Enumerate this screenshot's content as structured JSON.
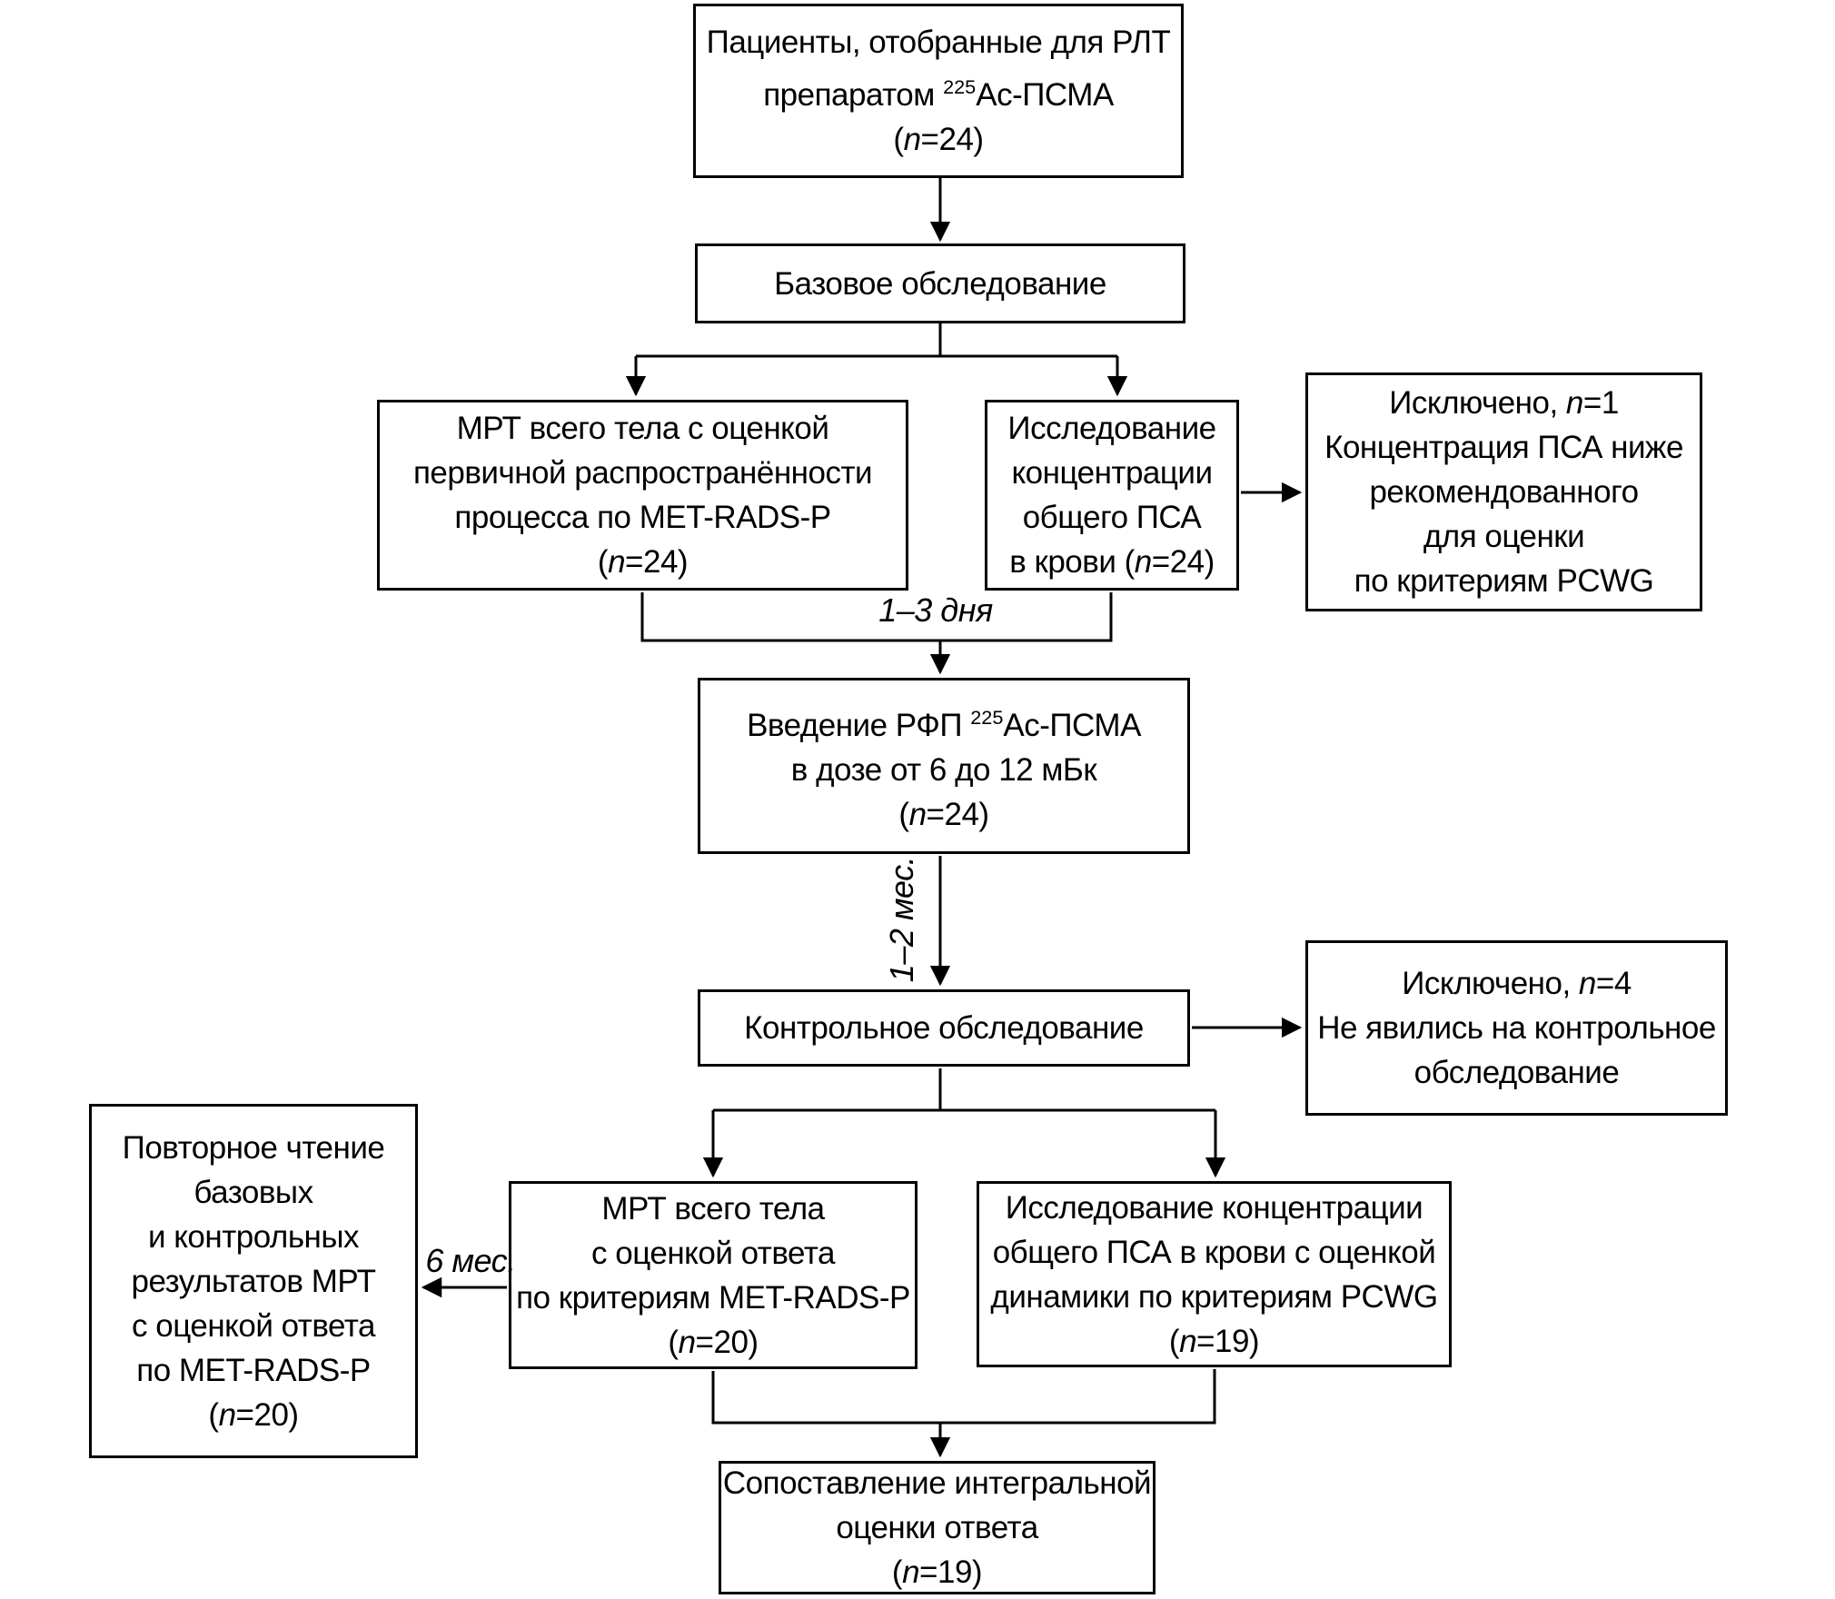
{
  "colors": {
    "line": "#000000",
    "text": "#000000",
    "background": "#ffffff",
    "box_border": "#000000"
  },
  "boxes": {
    "patients": {
      "lines": [
        "Пациенты, отобранные для РЛТ",
        [
          {
            "t": "препаратом "
          },
          {
            "t": "225",
            "style": "sup"
          },
          {
            "t": "Ac-ПСМА"
          }
        ],
        [
          {
            "t": "("
          },
          {
            "t": "n",
            "style": "italic"
          },
          {
            "t": "=24)"
          }
        ]
      ]
    },
    "baseline": {
      "lines": [
        "Базовое обследование"
      ]
    },
    "mri_baseline": {
      "lines": [
        "МРТ всего тела с оценкой",
        "первичной распространённости",
        "процесса по MET-RADS-P",
        [
          {
            "t": "("
          },
          {
            "t": "n",
            "style": "italic"
          },
          {
            "t": "=24)"
          }
        ]
      ]
    },
    "psa_baseline": {
      "lines": [
        "Исследование",
        "концентрации",
        "общего ПСА",
        [
          {
            "t": "в крови ("
          },
          {
            "t": "n",
            "style": "italic"
          },
          {
            "t": "=24)"
          }
        ]
      ]
    },
    "excluded_1": {
      "lines": [
        [
          {
            "t": "Исключено, "
          },
          {
            "t": "n",
            "style": "italic"
          },
          {
            "t": "=1"
          }
        ],
        "Концентрация ПСА ниже",
        "рекомендованного",
        "для оценки",
        "по критериям PCWG"
      ]
    },
    "injection": {
      "lines": [
        [
          {
            "t": "Введение РФП "
          },
          {
            "t": "225",
            "style": "sup"
          },
          {
            "t": "Ac-ПСМА"
          }
        ],
        "в дозе от 6 до 12 мБк",
        [
          {
            "t": "("
          },
          {
            "t": "n",
            "style": "italic"
          },
          {
            "t": "=24)"
          }
        ]
      ]
    },
    "followup": {
      "lines": [
        "Контрольное обследование"
      ]
    },
    "excluded_4": {
      "lines": [
        [
          {
            "t": "Исключено, "
          },
          {
            "t": "n",
            "style": "italic"
          },
          {
            "t": "=4"
          }
        ],
        "Не явились на контрольное",
        "обследование"
      ]
    },
    "reread": {
      "lines": [
        "Повторное чтение",
        "базовых",
        "и контрольных",
        "результатов МРТ",
        "с оценкой ответа",
        "по MET-RADS-P",
        [
          {
            "t": "("
          },
          {
            "t": "n",
            "style": "italic"
          },
          {
            "t": "=20)"
          }
        ]
      ]
    },
    "mri_followup": {
      "lines": [
        "МРТ всего тела",
        "с оценкой ответа",
        "по критериям MET-RADS-P",
        [
          {
            "t": "("
          },
          {
            "t": "n",
            "style": "italic"
          },
          {
            "t": "=20)"
          }
        ]
      ]
    },
    "psa_followup": {
      "lines": [
        "Исследование концентрации",
        "общего ПСА в крови с оценкой",
        "динамики по критериям PCWG",
        [
          {
            "t": "("
          },
          {
            "t": "n",
            "style": "italic"
          },
          {
            "t": "=19)"
          }
        ]
      ]
    },
    "comparison": {
      "lines": [
        "Сопоставление интегральной",
        "оценки ответа",
        [
          {
            "t": "("
          },
          {
            "t": "n",
            "style": "italic"
          },
          {
            "t": "=19)"
          }
        ]
      ]
    }
  },
  "edge_labels": {
    "interval_baseline_to_injection": "1–3 дня",
    "interval_injection_to_followup": "1–2 мес.",
    "interval_reread": "6 мес."
  }
}
